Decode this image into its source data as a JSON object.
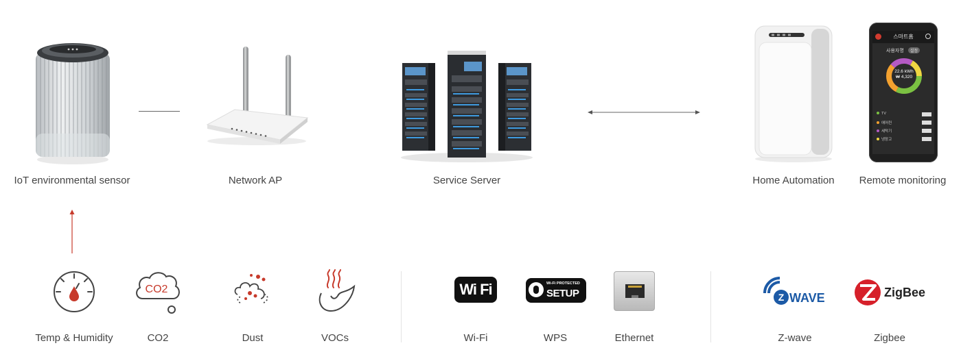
{
  "devices": {
    "sensor": "IoT environmental sensor",
    "ap": "Network AP",
    "server": "Service Server",
    "home": "Home Automation",
    "remote": "Remote monitoring"
  },
  "phone": {
    "title": "스마트홈",
    "user": "사용자명",
    "badge": "설정",
    "energy": "22.6 kWh",
    "cost": "₩ 4,320",
    "list": [
      "TV",
      "에어컨",
      "세탁기",
      "냉장고"
    ]
  },
  "sensors": {
    "temp": "Temp & Humidity",
    "co2": "CO2",
    "co2_glyph": "CO2",
    "dust": "Dust",
    "vocs": "VOCs"
  },
  "network": {
    "wifi": "Wi-Fi",
    "wifi_logo": "Wi Fi",
    "wps": "WPS",
    "wps_logo_top": "Wi-Fi PROTECTED",
    "wps_logo_bottom": "SETUP",
    "ethernet": "Ethernet"
  },
  "protocols": {
    "zwave": "Z-wave",
    "zwave_logo": "WAVE",
    "zigbee": "Zigbee",
    "zigbee_logo": "ZigBee"
  },
  "colors": {
    "accent": "#c73a2b",
    "line": "#555555",
    "text": "#444444"
  }
}
